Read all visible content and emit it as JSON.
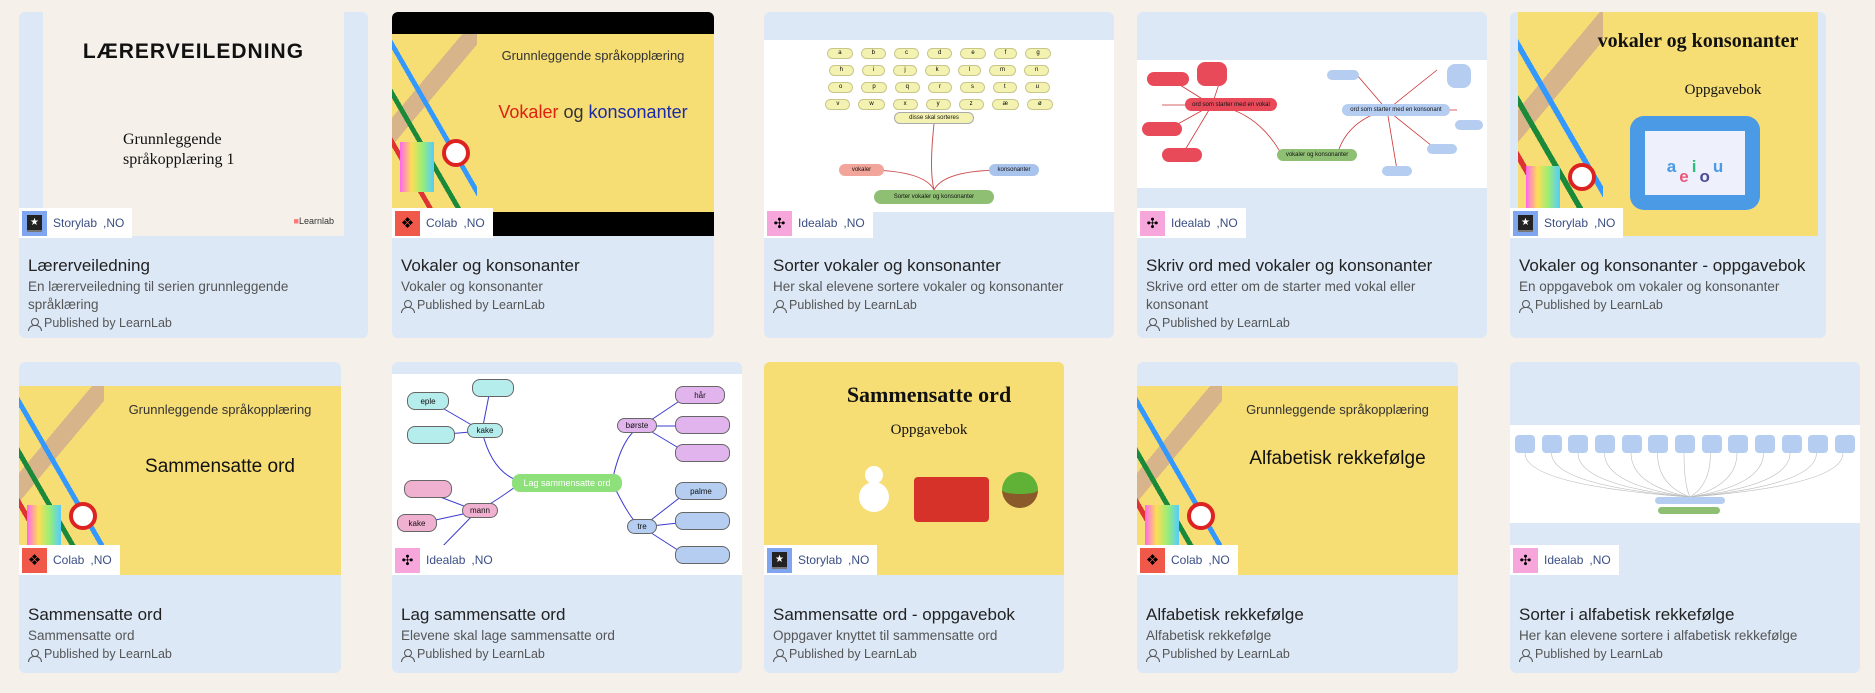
{
  "colors": {
    "card_bg": "#dce8f6",
    "page_bg": "#f5f0ea",
    "badge_text": "#3b4f85"
  },
  "cards": [
    {
      "title": "Lærerveiledning",
      "desc": "En lærerveiledning til serien grunnleggende språklæring",
      "published": "Published by LearnLab",
      "app": "Storylab",
      "lang": ",NO",
      "app_icon": "storylab-icon",
      "thumb": {
        "heading": "LÆRERVEILEDNING",
        "sub": "Grunnleggende språkopplæring 1",
        "logo": "Learnlab"
      }
    },
    {
      "title": "Vokaler og konsonanter",
      "desc": "Vokaler og konsonanter",
      "published": "Published by LearnLab",
      "app": "Colab",
      "lang": ",NO",
      "app_icon": "colab-icon",
      "thumb": {
        "heading": "Grunnleggende språkopplæring",
        "w1": "Vokaler",
        "w2": "og",
        "w3": "konsonanter"
      }
    },
    {
      "title": "Sorter vokaler og konsonanter",
      "desc": "Her skal elevene sortere vokaler og konsonanter",
      "published": "Published by LearnLab",
      "app": "Idealab",
      "lang": ",NO",
      "app_icon": "idealab-icon",
      "thumb": {
        "letters": [
          "a",
          "b",
          "c",
          "d",
          "e",
          "f",
          "g",
          "h",
          "i",
          "j",
          "k",
          "l",
          "m",
          "n",
          "o",
          "p",
          "q",
          "r",
          "s",
          "t",
          "u",
          "v",
          "w",
          "x",
          "y",
          "z",
          "æ",
          "ø"
        ],
        "center": "disse skal sorteres",
        "left": "vokaler",
        "right": "konsonanter",
        "root": "Sorter vokaler og konsonanter"
      }
    },
    {
      "title": "Skriv ord med vokaler og konsonanter",
      "desc": "Skrive ord etter om de starter med vokal eller konsonant",
      "published": "Published by LearnLab",
      "app": "Idealab",
      "lang": ",NO",
      "app_icon": "idealab-icon",
      "thumb": {
        "left": "ord som starter med en vokal",
        "right": "ord som starter med en konsonant",
        "root": "vokaler og konsonanter"
      }
    },
    {
      "title": "Vokaler og konsonanter - oppgavebok",
      "desc": "En oppgavebok om vokaler og konsonanter",
      "published": "Published by LearnLab",
      "app": "Storylab",
      "lang": ",NO",
      "app_icon": "storylab-icon",
      "thumb": {
        "heading": "vokaler og konsonanter",
        "sub": "Oppgavebok",
        "vowels": [
          "a",
          "e",
          "i",
          "o",
          "u"
        ]
      }
    },
    {
      "title": "Sammensatte ord",
      "desc": "Sammensatte ord",
      "published": "Published by LearnLab",
      "app": "Colab",
      "lang": ",NO",
      "app_icon": "colab-icon",
      "thumb": {
        "heading": "Grunnleggende språkopplæring",
        "sub": "Sammensatte ord"
      }
    },
    {
      "title": "Lag sammensatte ord",
      "desc": "Elevene skal lage sammensatte ord",
      "published": "Published by LearnLab",
      "app": "Idealab",
      "lang": ",NO",
      "app_icon": "idealab-icon",
      "thumb": {
        "root": "Lag sammensatte ord",
        "n1": "kake",
        "n2": "mann",
        "n3": "børste",
        "n4": "tre",
        "l1": "eple",
        "l2": "kake",
        "l3": "hår",
        "l4": "palme"
      }
    },
    {
      "title": "Sammensatte ord - oppgavebok",
      "desc": "Oppgaver knyttet til sammensatte ord",
      "published": "Published by LearnLab",
      "app": "Storylab",
      "lang": ",NO",
      "app_icon": "storylab-icon",
      "thumb": {
        "heading": "Sammensatte ord",
        "sub": "Oppgavebok"
      }
    },
    {
      "title": "Alfabetisk rekkefølge",
      "desc": "Alfabetisk rekkefølge",
      "published": "Published by LearnLab",
      "app": "Colab",
      "lang": ",NO",
      "app_icon": "colab-icon",
      "thumb": {
        "heading": "Grunnleggende språkopplæring",
        "sub": "Alfabetisk rekkefølge"
      }
    },
    {
      "title": "Sorter i alfabetisk rekkefølge",
      "desc": "Her kan elevene sortere i alfabetisk rekkefølge",
      "published": "Published by LearnLab",
      "app": "Idealab",
      "lang": ",NO",
      "app_icon": "idealab-icon",
      "thumb": {}
    }
  ]
}
